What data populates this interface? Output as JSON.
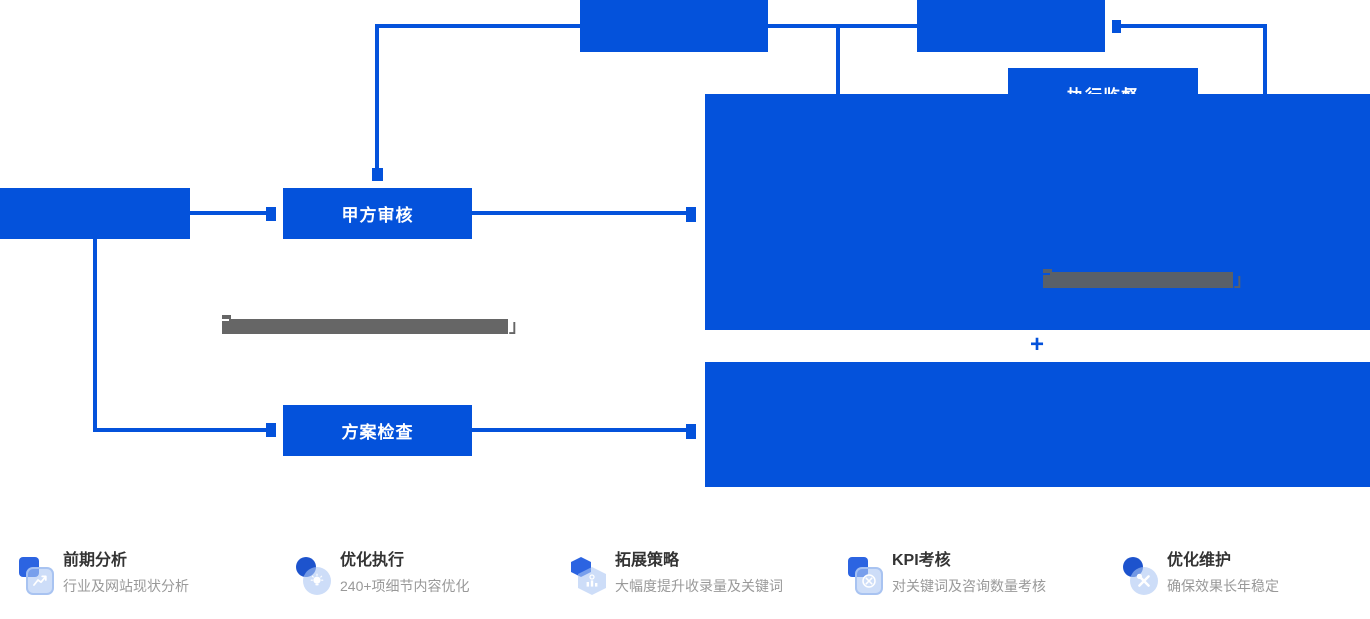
{
  "colors": {
    "primary_blue": "#0452DB",
    "icon_back_blue": "#2C64E1",
    "icon_back_circle_blue": "#1D53CD",
    "icon_front_light_blue": "#C2D5F6",
    "legend_title_text": "#333333",
    "legend_subtitle_text": "#999999",
    "redacted_gray_on_white": "#666666",
    "redacted_gray_on_blue": "#596069"
  },
  "flowchart": {
    "nodes": {
      "top_box_1": {
        "label": ""
      },
      "top_box_2": {
        "label": ""
      },
      "execution_supervision_tab": {
        "label": "执行监督"
      },
      "left_box": {
        "label": ""
      },
      "party_a_review": {
        "label": "甲方审核"
      },
      "plan_inspection": {
        "label": "方案检查"
      },
      "big_box_top": {
        "label": ""
      },
      "big_box_bottom": {
        "label": ""
      }
    },
    "plus_symbol": "+",
    "redacted_segments": [
      {
        "id": "on-white-background",
        "visible_suffix": "」"
      },
      {
        "id": "inside-blue-box",
        "visible_suffix": "」"
      }
    ]
  },
  "legend": {
    "items": [
      {
        "title": "前期分析",
        "subtitle": "行业及网站现状分析",
        "icon": "line-chart-icon"
      },
      {
        "title": "优化执行",
        "subtitle": "240+项细节内容优化",
        "icon": "lightbulb-icon"
      },
      {
        "title": "拓展策略",
        "subtitle": "大幅度提升收录量及关键词",
        "icon": "podium-chart-icon"
      },
      {
        "title": "KPI考核",
        "subtitle": "对关键词及咨询数量考核",
        "icon": "gauge-tools-icon"
      },
      {
        "title": "优化维护",
        "subtitle": "确保效果长年稳定",
        "icon": "crossed-wrench-icon"
      }
    ]
  }
}
